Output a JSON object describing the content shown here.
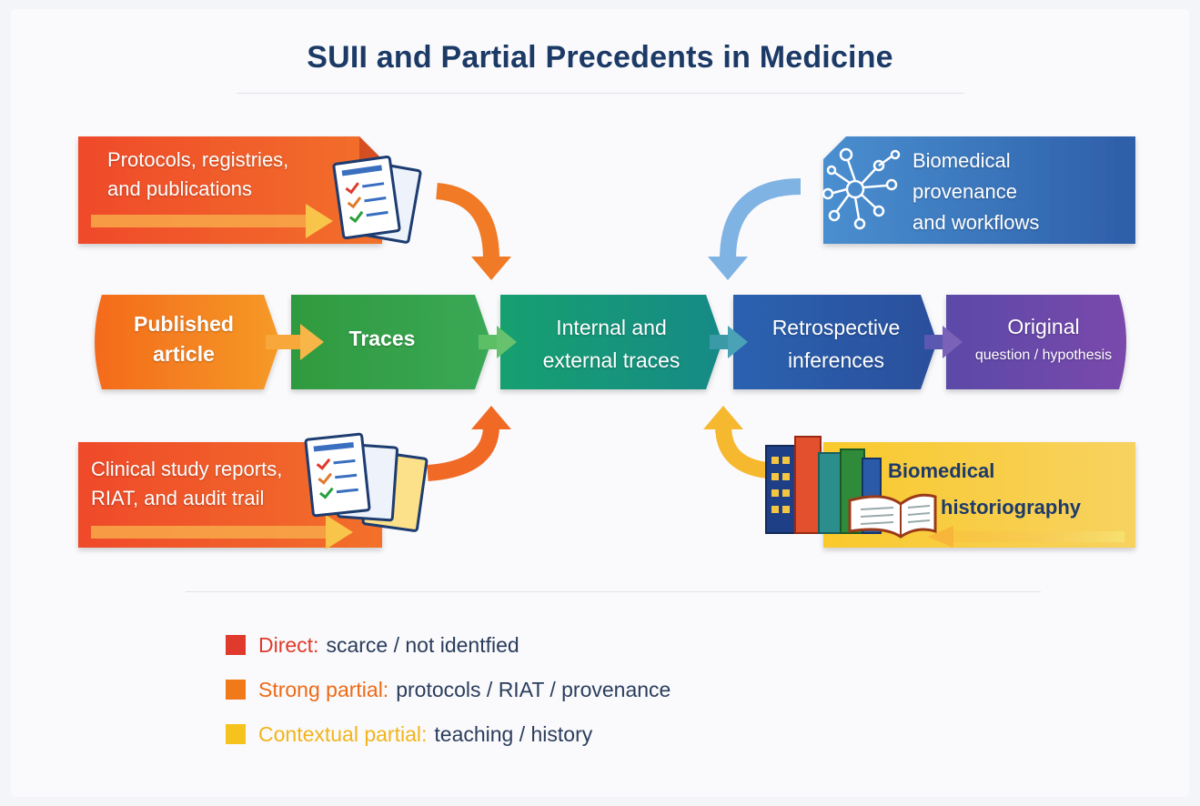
{
  "title": "SUII and Partial Precedents in Medicine",
  "colors": {
    "orange_red": "#f0522a",
    "orange": "#f37a22",
    "green": "#2f9a45",
    "teal": "#11987a",
    "blue": "#2f5aa8",
    "purple": "#6a4aa8",
    "yellow": "#f7c233",
    "legend_direct": "#e03a2c",
    "legend_strong": "#f07a1a",
    "legend_contextual": "#f6c21d"
  },
  "inputs": {
    "protocols": {
      "line1": "Protocols, registries,",
      "line2": "and publications",
      "icon": "document-checklist-icon"
    },
    "csr": {
      "line1": "Clinical study reports,",
      "line2": "RIAT, and audit trail",
      "icon": "document-checklist-icon"
    },
    "provenance": {
      "line1": "Biomedical",
      "line2": "provenance",
      "line3": "and workflows",
      "icon": "network-graph-icon"
    },
    "historiography": {
      "line1": "Biomedical",
      "line2": "historiography",
      "icon": "books-icon"
    }
  },
  "pipeline": [
    {
      "line1": "Published",
      "line2": "article"
    },
    {
      "line1": "Traces",
      "line2": ""
    },
    {
      "line1": "Internal and",
      "line2": "external traces"
    },
    {
      "line1": "Retrospective",
      "line2": "inferences"
    },
    {
      "line1": "Original",
      "line2": "question / hypothesis"
    }
  ],
  "legend": [
    {
      "key": "Direct:",
      "value": "scarce / not identfied"
    },
    {
      "key": "Strong partial:",
      "value": "protocols / RIAT / provenance"
    },
    {
      "key": "Contextual partial:",
      "value": "teaching / history"
    }
  ]
}
